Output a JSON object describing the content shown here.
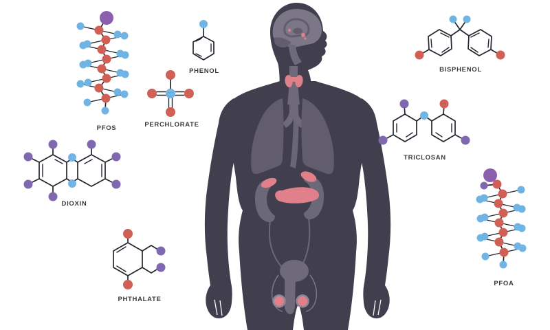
{
  "figure": {
    "type": "medical-illustration",
    "subject": "endocrine-disrupting chemicals around a human body silhouette"
  },
  "palette": {
    "background": "#ffffff",
    "body_silhouette": "#413e4e",
    "organ_gray_light": "#7b7786",
    "organ_gray": "#615d6d",
    "organ_gray_soft": "#6e6a7a",
    "kidney_gray": "#6b6877",
    "organ_pink": "#e0808a",
    "bond_line": "#23262e",
    "atom_red": "#d05f55",
    "atom_blue": "#6fb4e3",
    "atom_purple": "#7f68b0",
    "atom_purple_large": "#8a5fae",
    "label_text": "#3a3a40"
  },
  "molecules": [
    {
      "id": "pfos",
      "label": "PFOS"
    },
    {
      "id": "phenol",
      "label": "PHENOL"
    },
    {
      "id": "perchlorate",
      "label": "PERCHLORATE"
    },
    {
      "id": "dioxin",
      "label": "DIOXIN"
    },
    {
      "id": "phthalate",
      "label": "PHTHALATE"
    },
    {
      "id": "bisphenol",
      "label": "BISPHENOL"
    },
    {
      "id": "triclosan",
      "label": "TRICLOSAN"
    },
    {
      "id": "pfoa",
      "label": "PFOA"
    }
  ]
}
